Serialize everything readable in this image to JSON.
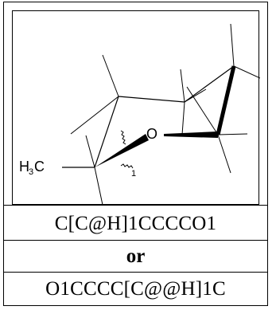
{
  "molecule": {
    "atom_labels": {
      "oxygen": "O",
      "methyl_main": "H",
      "methyl_sub": "3",
      "methyl_tail": "C",
      "stereo_note": "1"
    }
  },
  "rows": {
    "smiles_primary": "C[C@H]1CCCCO1",
    "separator": "or",
    "smiles_alternate": "O1CCCC[C@@H]1C"
  },
  "colors": {
    "ink": "#000000",
    "background": "#ffffff"
  }
}
